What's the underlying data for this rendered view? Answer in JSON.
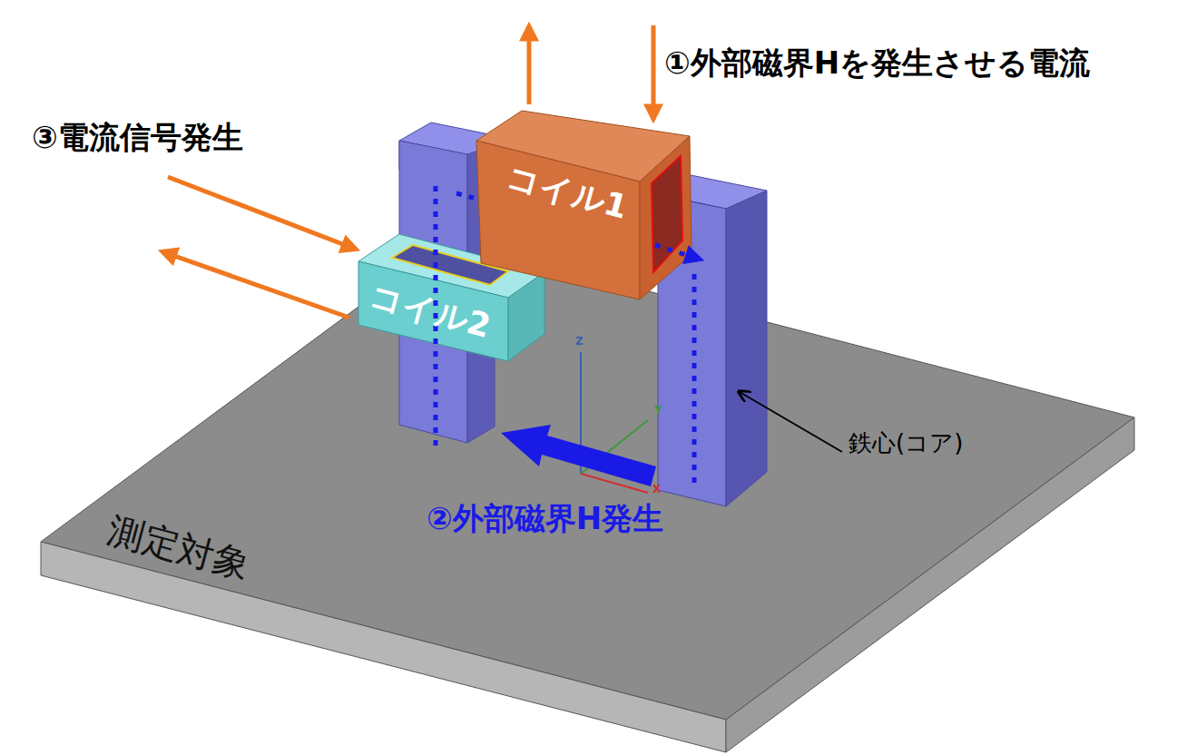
{
  "diagram": {
    "nodes": [
      {
        "text": [
          "コイル1"
        ]
      },
      {
        "text": [
          "コイル2"
        ]
      },
      {
        "text": [
          "測定対象"
        ]
      }
    ],
    "labels": [
      "①外部磁界Hを発生させる電流",
      "③電流信号発生",
      "②外部磁界H発生",
      "鉄心(コア)",
      "Z",
      "Y",
      "X"
    ]
  }
}
